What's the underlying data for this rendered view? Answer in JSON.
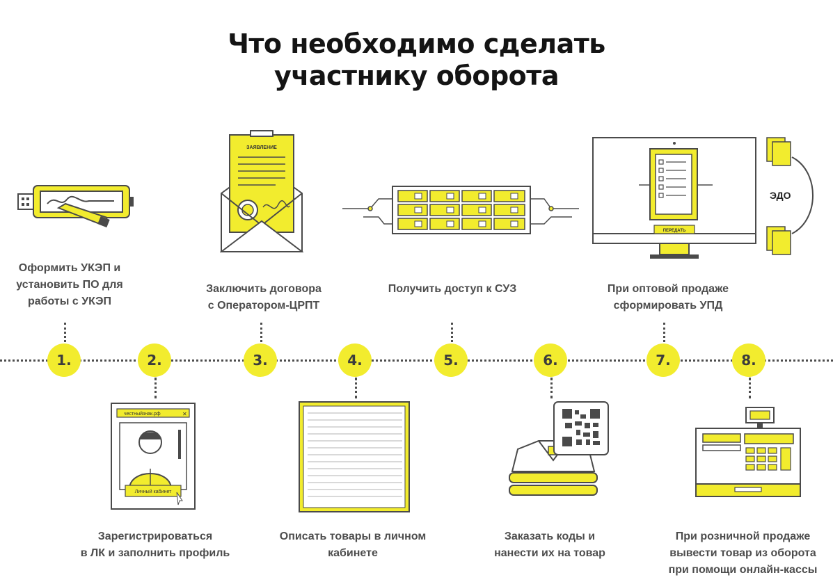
{
  "title": {
    "line1": "Что необходимо сделать",
    "line2": "участнику оборота"
  },
  "steps": [
    {
      "number": "1.",
      "lines": [
        "Оформить УКЭП и",
        "установить ПО для",
        "работы с УКЭП"
      ]
    },
    {
      "number": "2.",
      "lines": [
        "Зарегистрироваться",
        "в ЛК и заполнить профиль"
      ]
    },
    {
      "number": "3.",
      "lines": [
        "Заключить договора",
        "с Оператором-ЦРПТ"
      ]
    },
    {
      "number": "4.",
      "lines": [
        "Описать товары в личном",
        "кабинете"
      ]
    },
    {
      "number": "5.",
      "lines": [
        "Получить доступ к СУЗ"
      ]
    },
    {
      "number": "6.",
      "lines": [
        "Заказать коды и",
        "нанести их на товар"
      ]
    },
    {
      "number": "7.",
      "lines": [
        "При оптовой продаже",
        "сформировать УПД"
      ]
    },
    {
      "number": "8.",
      "lines": [
        "При розничной продаже",
        "вывести товар из оборота",
        "при помощи онлайн-кассы"
      ]
    }
  ],
  "illustrations": {
    "envelope_doc_label": "ЗАЯВЛЕНИЕ",
    "profile_site": "честныйзнак.рф",
    "profile_close": "✕",
    "profile_button": "Личный кабинет",
    "monitor_button": "ПЕРЕДАТЬ",
    "edo_label": "ЭДО"
  },
  "colors": {
    "accent_yellow": "#f2ec2e",
    "line_gray": "#4d4d4d",
    "title_black": "#141414"
  }
}
